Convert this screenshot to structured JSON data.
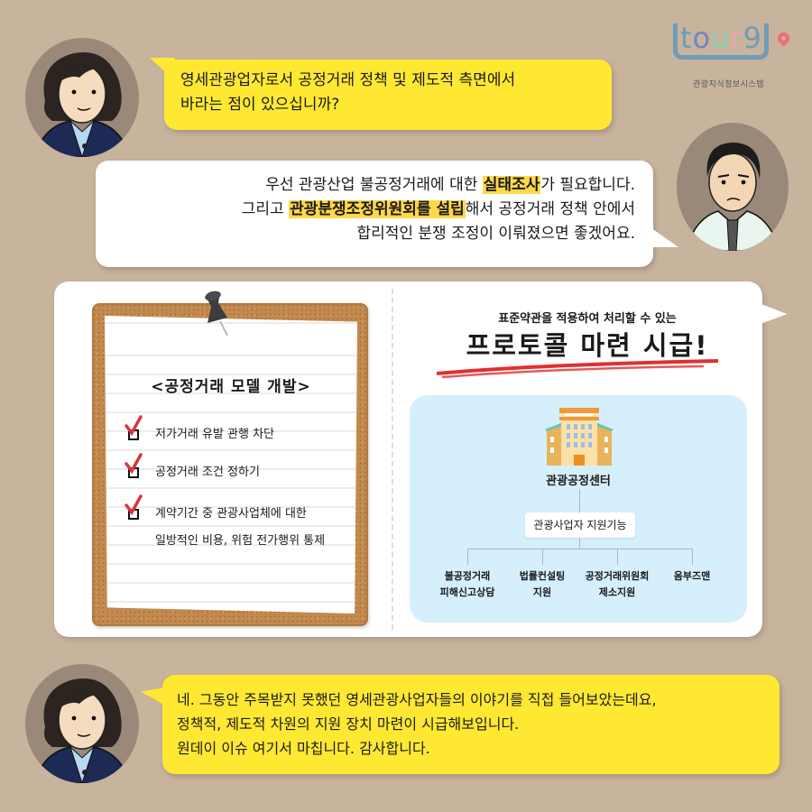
{
  "logo": {
    "wordmark": [
      "t",
      "o",
      "u",
      "r",
      "9"
    ],
    "subtitle": "관광지식정보시스템",
    "pin_icon": "map-pin-icon"
  },
  "colors": {
    "background": "#c8b39d",
    "bubble_yellow": "#ffe832",
    "highlight": "#ffd84a",
    "org_panel": "#d5effc",
    "check_red": "#d9363e",
    "logo_blue": "#6f9cb8",
    "logo_pin": "#f06a7a"
  },
  "dialog": {
    "interviewer_question": {
      "speaker": "interviewer",
      "lines": [
        "영세관광업자로서 공정거래 정책 및 제도적 측면에서",
        "바라는 점이 있으십니까?"
      ]
    },
    "interviewee_answer": {
      "speaker": "interviewee",
      "line1_pre": "우선 관광산업 불공정거래에 대한 ",
      "line1_hl": "실태조사",
      "line1_post": "가 필요합니다.",
      "line2_pre": "그리고 ",
      "line2_hl": "관광분쟁조정위원회를 설립",
      "line2_post": "해서 공정거래 정책 안에서",
      "line3": "합리적인 분쟁 조정이 이뤄졌으면 좋겠어요."
    },
    "closing": {
      "speaker": "interviewer",
      "lines": [
        "네. 그동안 주목받지 못했던 영세관광사업자들의 이야기를 직접 들어보았는데요,",
        "정책적, 제도적 차원의 지원 장치 마련이 시급해보입니다.",
        "원데이 이슈 여기서 마칩니다. 감사합니다."
      ]
    }
  },
  "memo": {
    "title": "<공정거래 모델 개발>",
    "items": [
      {
        "checked": true,
        "lines": [
          "저가거래 유발 관행 차단"
        ]
      },
      {
        "checked": true,
        "lines": [
          "공정거래 조건 정하기"
        ]
      },
      {
        "checked": true,
        "lines": [
          "계약기간 중 관광사업체에 대한",
          "일방적인 비용, 위험 전가행위 통제"
        ]
      }
    ]
  },
  "promo": {
    "subtitle": "표준약관을 적용하여 처리할 수 있는",
    "title": "프로토콜 마련 시급!"
  },
  "org_chart": {
    "center": "관광공정센터",
    "function": "관광사업자 지원기능",
    "branches": [
      {
        "lines": [
          "불공정거래",
          "피해신고상담"
        ]
      },
      {
        "lines": [
          "법률컨설팅",
          "지원"
        ]
      },
      {
        "lines": [
          "공정거래위원회",
          "제소지원"
        ]
      },
      {
        "lines": [
          "옴부즈맨"
        ]
      }
    ]
  }
}
